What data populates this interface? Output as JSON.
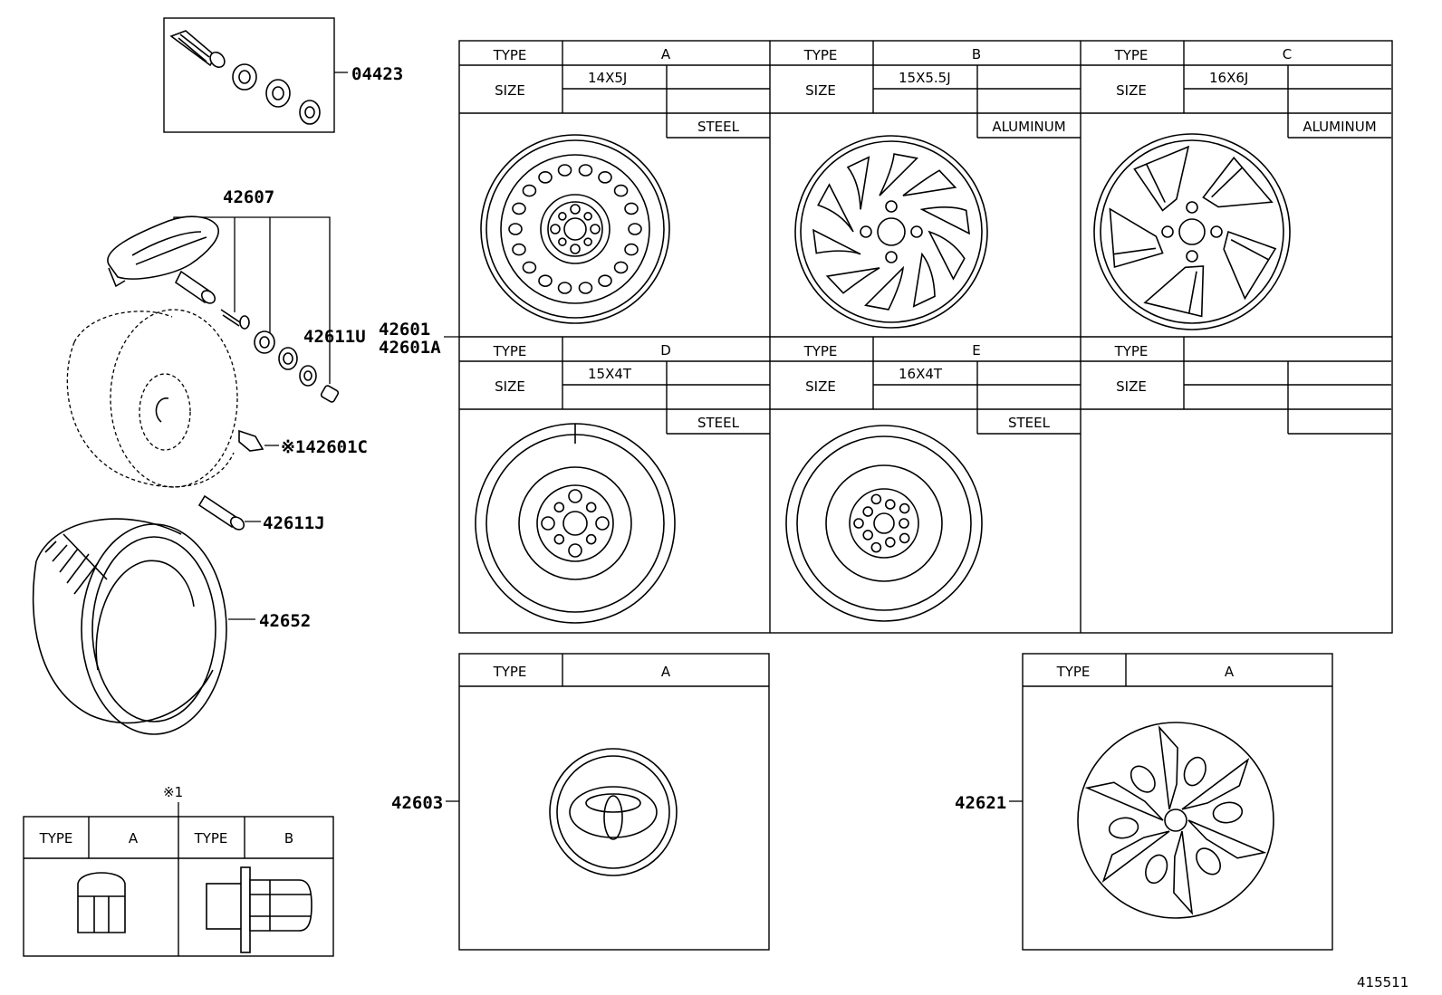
{
  "labels": {
    "valve_kit": "04423",
    "tpms_sensor": "42607",
    "cap": "42611U",
    "wheel": "42601",
    "wheel_alt": "42601A",
    "nut_ref": "※142601C",
    "valve": "42611J",
    "tire": "42652",
    "ornament": "42603",
    "wheel_cap": "42621",
    "note_mark": "※1",
    "diagram_id": "415511"
  },
  "wheel_table": {
    "type_label": "TYPE",
    "size_label": "SIZE",
    "cells": [
      {
        "type": "A",
        "size": "14X5J",
        "material": "STEEL"
      },
      {
        "type": "B",
        "size": "15X5.5J",
        "material": "ALUMINUM"
      },
      {
        "type": "C",
        "size": "16X6J",
        "material": "ALUMINUM"
      },
      {
        "type": "D",
        "size": "15X4T",
        "material": "STEEL"
      },
      {
        "type": "E",
        "size": "16X4T",
        "material": "STEEL"
      },
      {
        "type": "",
        "size": "",
        "material": ""
      }
    ]
  },
  "ornament_table": {
    "type_label": "TYPE",
    "type": "A"
  },
  "cap_table": {
    "type_label": "TYPE",
    "type": "A"
  },
  "nut_table": {
    "type_label": "TYPE",
    "type_a": "A",
    "type_b": "B"
  }
}
